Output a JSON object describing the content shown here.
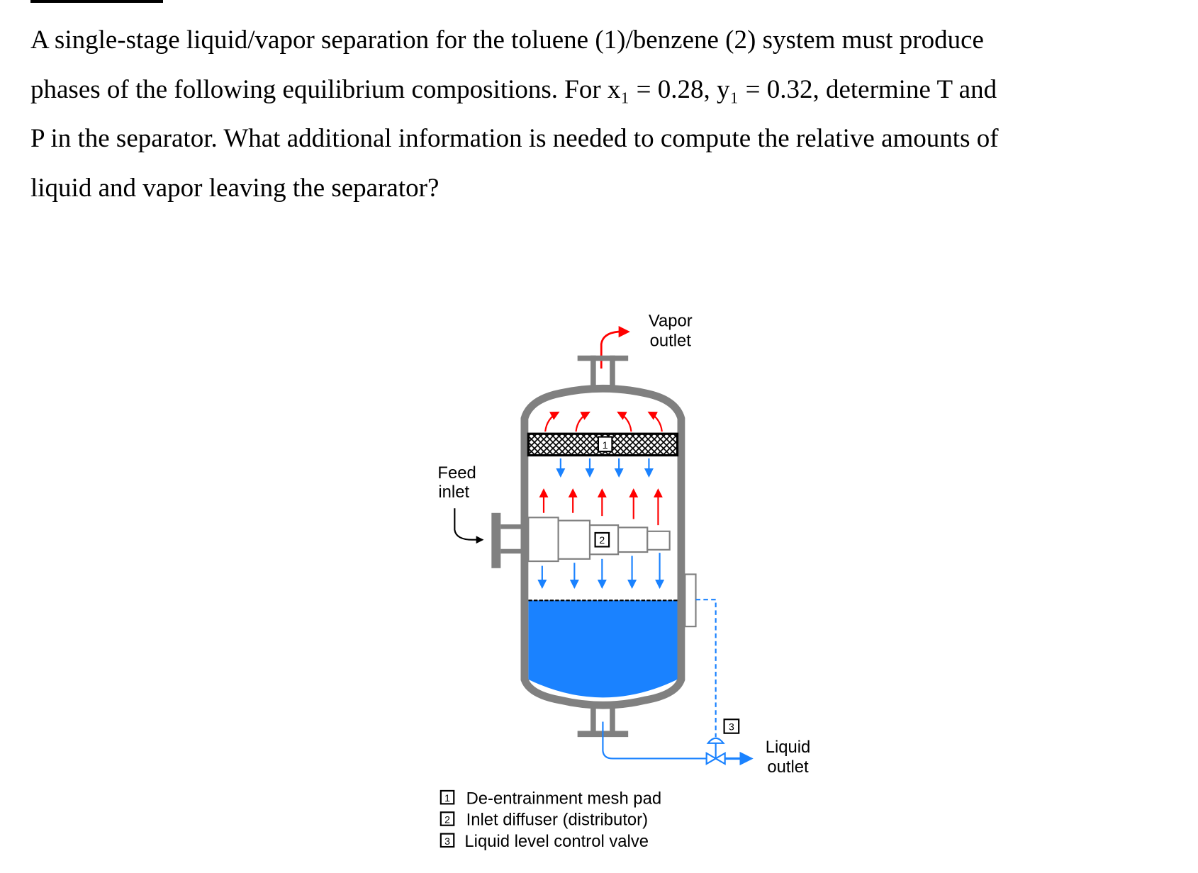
{
  "question": {
    "lines": [
      "A single-stage liquid/vapor separation for the toluene (1)/benzene (2) system must produce",
      "phases of the following equilibrium compositions. For x₁ = 0.28, y₁ = 0.32, determine T and",
      "P in the separator. What additional information is needed to compute the relative amounts of",
      "liquid and vapor leaving the separator?"
    ]
  },
  "diagram": {
    "vapor_outlet": [
      "Vapor",
      "outlet"
    ],
    "feed_inlet": [
      "Feed",
      "inlet"
    ],
    "liquid_outlet": [
      "Liquid",
      "outlet"
    ],
    "markers": [
      "1",
      "2",
      "3"
    ],
    "legend": [
      {
        "num": "1",
        "label": "De-entrainment mesh pad"
      },
      {
        "num": "2",
        "label": "Inlet diffuser (distributor)"
      },
      {
        "num": "3",
        "label": "Liquid level control valve"
      }
    ],
    "colors": {
      "vessel": "#808080",
      "liquid": "#1a82ff",
      "vapor_arrow": "#ff0000",
      "liquid_arrow": "#1a82ff"
    }
  }
}
